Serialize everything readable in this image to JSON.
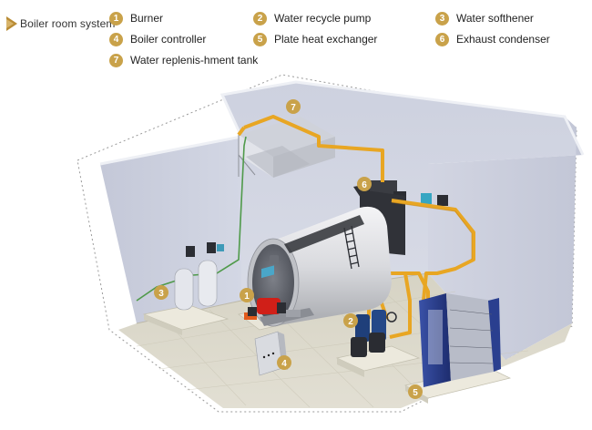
{
  "title": "Boiler room system",
  "legend": [
    {
      "num": "1",
      "label": "Burner"
    },
    {
      "num": "2",
      "label": "Water recycle pump"
    },
    {
      "num": "3",
      "label": "Water softhener"
    },
    {
      "num": "4",
      "label": "Boiler controller"
    },
    {
      "num": "5",
      "label": "Plate heat exchanger"
    },
    {
      "num": "6",
      "label": "Exhaust condenser"
    },
    {
      "num": "7",
      "label": "Water replenis-hment tank"
    }
  ],
  "callouts": [
    "1",
    "2",
    "3",
    "4",
    "5",
    "6",
    "7"
  ],
  "colors": {
    "badge": "#c9a24a",
    "pipe": "#e8a623",
    "wall": "#cfd3e1",
    "floor": "#d8d5c8",
    "boiler": "#e8e8ea",
    "exchanger": "#2a3f8f",
    "burner": "#d01f18",
    "green_pipe": "#4f9a4a"
  },
  "icons": {
    "title_arrow": "play-triangle-icon"
  }
}
